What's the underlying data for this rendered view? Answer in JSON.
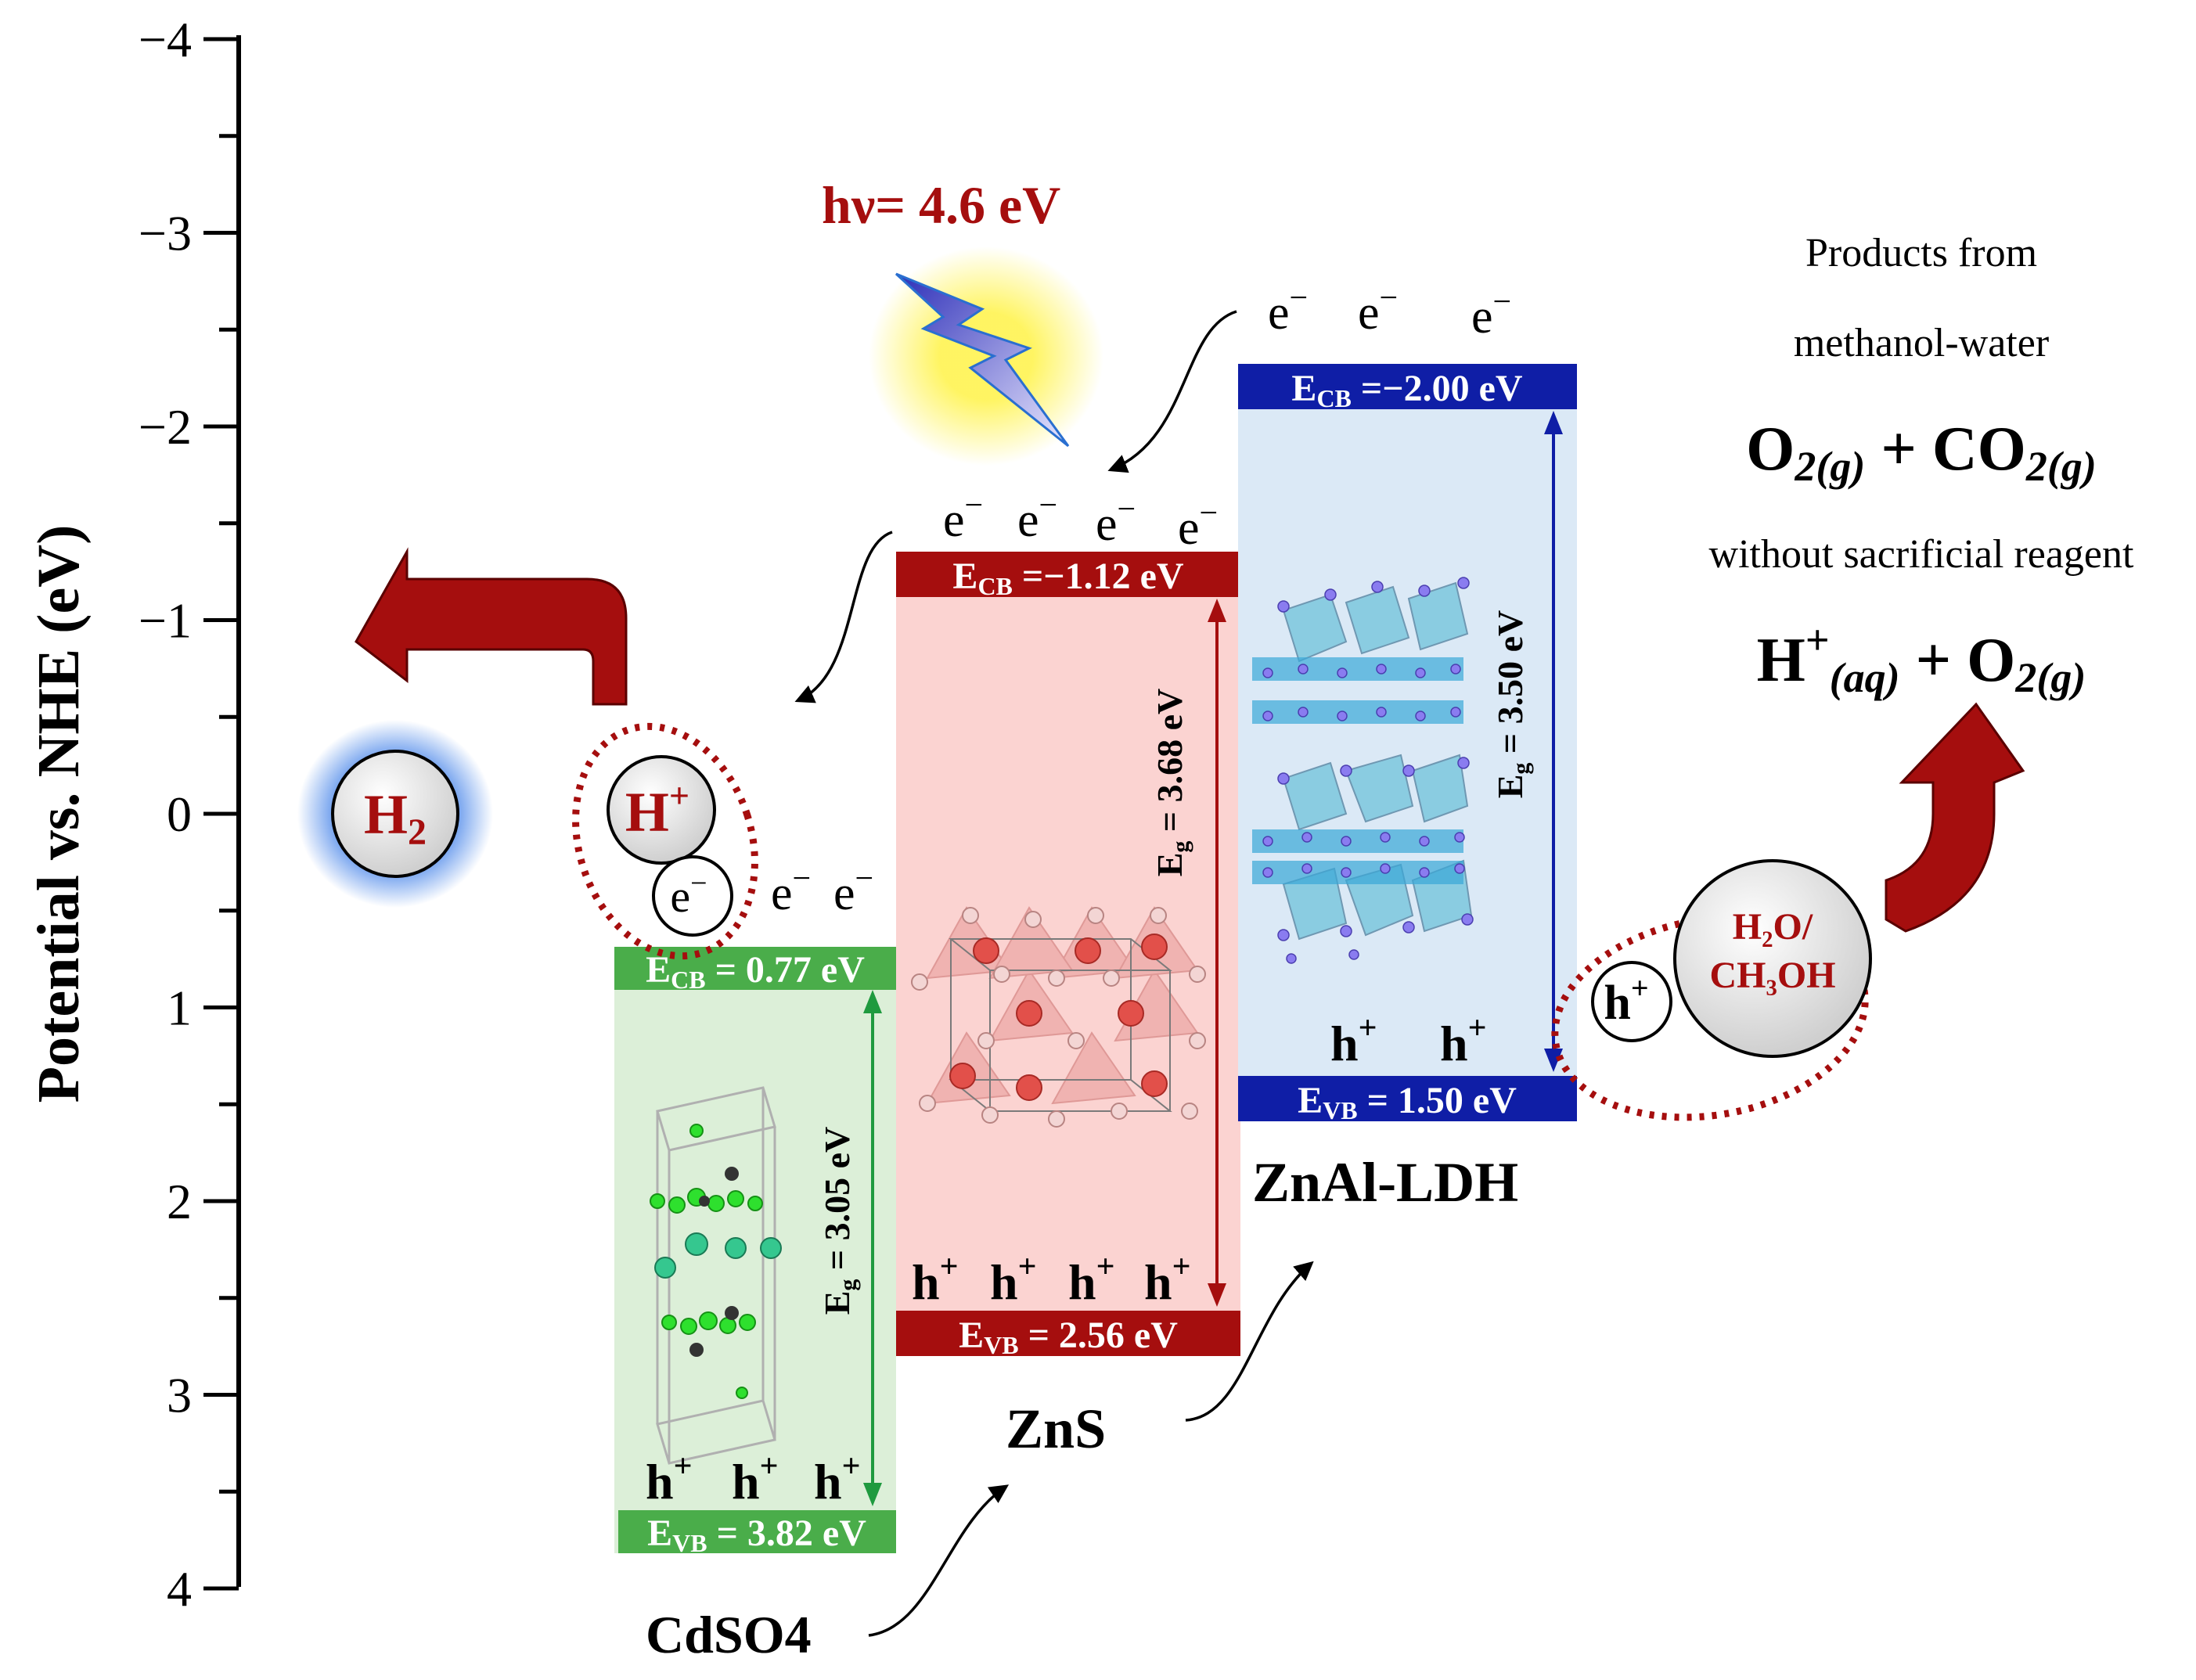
{
  "axis": {
    "label": "Potential vs. NHE (eV)",
    "ticks": [
      "−4",
      "−3",
      "−2",
      "−1",
      "0",
      "1",
      "2",
      "3",
      "4"
    ]
  },
  "light": {
    "label": "hν= 4.6 eV"
  },
  "electron": {
    "label": "e",
    "sup": "−"
  },
  "hole": {
    "label": "h",
    "sup": "+"
  },
  "cdso4": {
    "name": "CdSO4",
    "ecb_label": "E",
    "ecb_sub": "CB",
    "ecb_value": " = 0.77 eV",
    "evb_label": "E",
    "evb_sub": "VB",
    "evb_value": " = 3.82 eV",
    "eg_label": "E",
    "eg_sub": "g",
    "eg_value": " = 3.05 eV",
    "fill": "#dcefd8",
    "bar": "#4aad4a",
    "arrow": "#1f9a3f"
  },
  "zns": {
    "name": "ZnS",
    "ecb_label": "E",
    "ecb_sub": "CB",
    "ecb_value": " =−1.12 eV",
    "evb_label": "E",
    "evb_sub": "VB",
    "evb_value": " = 2.56 eV",
    "eg_label": "E",
    "eg_sub": "g",
    "eg_value": " = 3.68 eV",
    "fill": "#fbd3d1",
    "bar": "#a50e0e",
    "arrow": "#a50e0e"
  },
  "ldh": {
    "name": "ZnAl-LDH",
    "ecb_label": "E",
    "ecb_sub": "CB",
    "ecb_value": " =−2.00 eV",
    "evb_label": "E",
    "evb_sub": "VB",
    "evb_value": " = 1.50 eV",
    "eg_label": "E",
    "eg_sub": "g",
    "eg_value": " = 3.50 eV",
    "fill": "#dbe9f6",
    "bar": "#0f1ea6",
    "arrow": "#0f1ea6"
  },
  "h2": {
    "label": "H",
    "sub": "2"
  },
  "hplus": {
    "label": "H",
    "sup": "+"
  },
  "water": {
    "line1": "H₂O/",
    "line2": "CH₃OH"
  },
  "products": {
    "title1": "Products from",
    "title2": "methanol-water",
    "eq1_a": "O",
    "eq1_a_sub": "2(g)",
    "eq1_plus": " + CO",
    "eq1_b_sub": "2(g)",
    "note": "without sacrificial reagent",
    "eq2_a": "H",
    "eq2_a_sup": "+",
    "eq2_a_sub": "(aq)",
    "eq2_plus": " + O",
    "eq2_b_sub": "2(g)"
  },
  "colors": {
    "dark_red": "#a50e0e",
    "axis": "#000000"
  }
}
